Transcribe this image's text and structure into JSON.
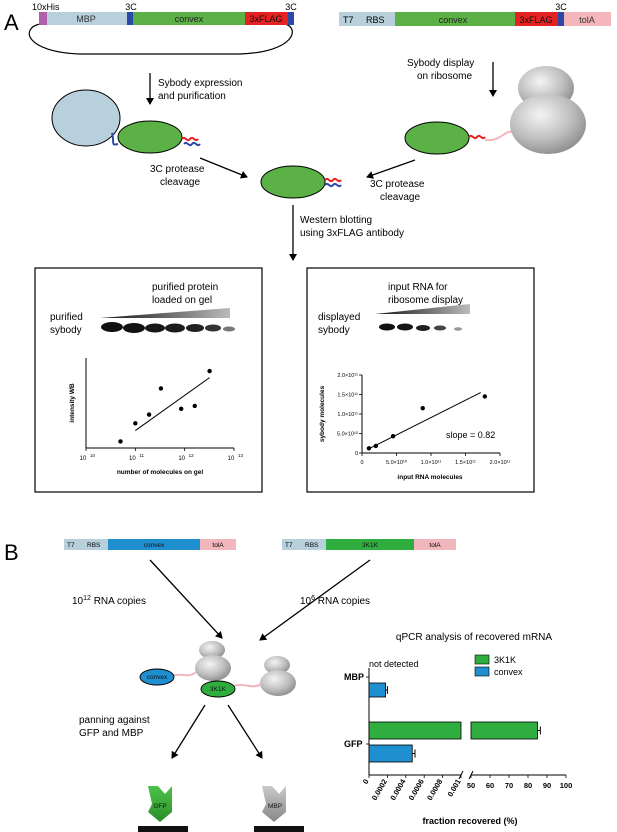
{
  "panel_a": {
    "label": "A",
    "plasmid": {
      "seg_his": "10xHis",
      "seg_mbp": "MBP",
      "seg_3c_1": "3C",
      "seg_convex": "convex",
      "seg_flag": "3xFLAG",
      "seg_3c_2": "3C"
    },
    "display_construct": {
      "seg_t7": "T7",
      "seg_rbs": "RBS",
      "seg_convex": "convex",
      "seg_flag": "3xFLAG",
      "seg_3c": "3C",
      "seg_tola": "tolA"
    },
    "step_expression": [
      "Sybody expression",
      "and purification"
    ],
    "step_display": [
      "Sybody display",
      "on ribosome"
    ],
    "cleavage_left": [
      "3C protease",
      "cleavage"
    ],
    "cleavage_right": [
      "3C protease",
      "cleavage"
    ],
    "step_western": [
      "Western blotting",
      "using 3xFLAG antibody"
    ],
    "box_left": {
      "header": [
        "purified protein",
        "loaded on gel"
      ],
      "side": [
        "purified",
        "sybody"
      ],
      "plot": {
        "ylabel": "intensity WB",
        "xlabel": "number of molecules on gel",
        "xticks": [
          "10",
          "10",
          "10",
          "10"
        ],
        "xtick_exps": [
          "10",
          "11",
          "12",
          "13"
        ]
      }
    },
    "box_right": {
      "header": [
        "input RNA for",
        "ribosome display"
      ],
      "side": [
        "displayed",
        "sybody"
      ],
      "plot": {
        "ylabel": "sybody molecules",
        "xlabel": "input RNA molecules",
        "annotation": "slope = 0.82",
        "yticks": [
          "0",
          "5.0×10¹⁰",
          "1.0×10¹¹",
          "1.5×10¹¹",
          "2.0×10¹¹"
        ],
        "xticks": [
          "0",
          "5.0×10¹⁰",
          "1.0×10¹¹",
          "1.5×10¹¹",
          "2.0×10¹¹"
        ]
      }
    }
  },
  "panel_b": {
    "label": "B",
    "construct_convex": {
      "t7": "T7",
      "rbs": "RBS",
      "binder": "convex",
      "tola": "tolA"
    },
    "construct_3k1k": {
      "t7": "T7",
      "rbs": "RBS",
      "binder": "3K1K",
      "tola": "tolA"
    },
    "copies_left": {
      "base": "10",
      "exp": "12",
      "rest": " RNA copies"
    },
    "copies_right": {
      "base": "10",
      "exp": "6",
      "rest": " RNA copies"
    },
    "ribosome_label_convex": "convex",
    "ribosome_label_3k1k": "3K1K",
    "panning": [
      "panning against",
      "GFP and MBP"
    ],
    "target_gfp": "GFP",
    "target_mbp": "MBP"
  },
  "colors": {
    "his": "#b05fa8",
    "mbp": "#b8cfdc",
    "protease_site": "#2b4aa8",
    "convex": "#5cb146",
    "flag": "#e52222",
    "tola": "#f4b6bb",
    "t7": "#b8cfdc",
    "convex_b": "#1f8fd0",
    "k3k1k": "#2fae3f",
    "tola_b": "#f2b7bd"
  },
  "chart_data": [
    {
      "type": "scatter",
      "title": "",
      "xlabel": "number of molecules on gel",
      "ylabel": "intensity WB",
      "x_scale": "log",
      "xlim": [
        10000000000.0,
        10000000000000.0
      ],
      "x": [
        50000000000.0,
        100000000000.0,
        190000000000.0,
        330000000000.0,
        850000000000.0,
        1600000000000.0,
        3200000000000.0
      ],
      "y": [
        0.45,
        1.7,
        2.3,
        4.1,
        2.7,
        2.9,
        5.3
      ],
      "fit": {
        "type": "linear-in-log",
        "x": [
          100000000000.0,
          3200000000000.0
        ],
        "y": [
          1.2,
          4.85
        ]
      },
      "legend": "none"
    },
    {
      "type": "scatter",
      "title": "",
      "xlabel": "input RNA molecules",
      "ylabel": "sybody molecules",
      "xlim": [
        0,
        200000000000.0
      ],
      "ylim": [
        0,
        200000000000.0
      ],
      "x": [
        10000000000.0,
        20000000000.0,
        45000000000.0,
        88000000000.0,
        178000000000.0
      ],
      "y": [
        12000000000.0,
        18000000000.0,
        43000000000.0,
        115000000000.0,
        145000000000.0
      ],
      "fit": {
        "type": "linear",
        "x": [
          8000000000.0,
          172000000000.0
        ],
        "y": [
          9000000000.0,
          155000000000.0
        ]
      },
      "annotation": "slope = 0.82",
      "legend": "none"
    },
    {
      "type": "bar",
      "orientation": "horizontal",
      "title": "qPCR analysis of recovered mRNA",
      "xlabel": "fraction recovered (%)",
      "ylabel": "",
      "categories": [
        "MBP",
        "GFP"
      ],
      "series": [
        {
          "name": "3K1K",
          "values": [
            null,
            85.0
          ],
          "errors": [
            null,
            1.5
          ]
        },
        {
          "name": "convex",
          "values": [
            0.00018,
            0.00047
          ],
          "errors": [
            2e-05,
            3e-05
          ]
        }
      ],
      "broken_axis": {
        "segment1": {
          "range": [
            0,
            0.001
          ],
          "ticks": [
            "0",
            "0.0002",
            "0.0004",
            "0.0006",
            "0.0008",
            "0.001"
          ]
        },
        "segment2": {
          "range": [
            50,
            100
          ],
          "ticks": [
            "50",
            "60",
            "70",
            "80",
            "90",
            "100"
          ]
        }
      },
      "annotation": "not detected",
      "legend": "top-right"
    }
  ]
}
